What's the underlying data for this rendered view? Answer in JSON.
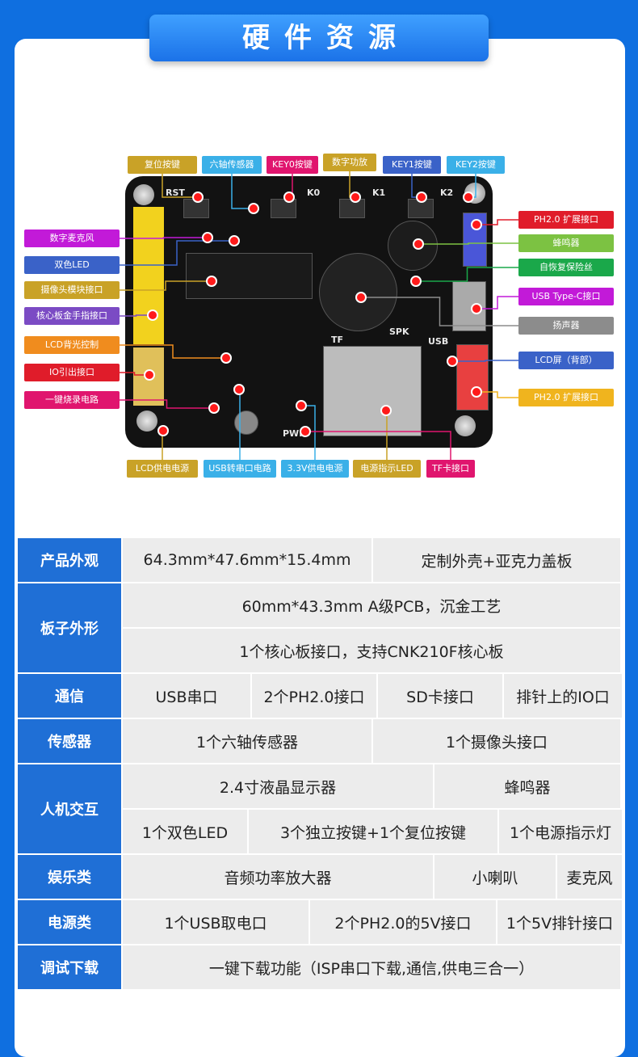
{
  "title": "硬件资源",
  "board_silk": {
    "rst": "RST",
    "k0": "K0",
    "k1": "K1",
    "k2": "K2",
    "usb": "USB",
    "spk": "SPK",
    "tf": "TF",
    "pwr": "PWR"
  },
  "labels": [
    {
      "id": "reset",
      "text": "复位按键",
      "color": "#c9a227"
    },
    {
      "id": "imu",
      "text": "六轴传感器",
      "color": "#3ab0e8"
    },
    {
      "id": "key0",
      "text": "KEY0按键",
      "color": "#e0156e"
    },
    {
      "id": "amp",
      "text": "数字功放",
      "color": "#c9a227"
    },
    {
      "id": "key1",
      "text": "KEY1按键",
      "color": "#3a62c8"
    },
    {
      "id": "key2",
      "text": "KEY2按键",
      "color": "#3ab0e8"
    },
    {
      "id": "mic",
      "text": "数字麦克风",
      "color": "#c21ad8"
    },
    {
      "id": "led2",
      "text": "双色LED",
      "color": "#3a62c8"
    },
    {
      "id": "cam",
      "text": "摄像头模块接口",
      "color": "#c9a227"
    },
    {
      "id": "core",
      "text": "核心板金手指接口",
      "color": "#7b4bc4"
    },
    {
      "id": "lcdbl",
      "text": "LCD背光控制",
      "color": "#f08c1e"
    },
    {
      "id": "io",
      "text": "IO引出接口",
      "color": "#e01c2a"
    },
    {
      "id": "burn",
      "text": "一键烧录电路",
      "color": "#e0156e"
    },
    {
      "id": "ph1",
      "text": "PH2.0 扩展接口",
      "color": "#e01c2a"
    },
    {
      "id": "buzzer",
      "text": "蜂鸣器",
      "color": "#7cc242"
    },
    {
      "id": "fuse",
      "text": "自恢复保险丝",
      "color": "#1aa84a"
    },
    {
      "id": "typec",
      "text": "USB Type-C接口",
      "color": "#c21ad8"
    },
    {
      "id": "spk",
      "text": "扬声器",
      "color": "#8c8c8c"
    },
    {
      "id": "lcd",
      "text": "LCD屏（背部）",
      "color": "#3a62c8"
    },
    {
      "id": "ph2",
      "text": "PH2.0 扩展接口",
      "color": "#f0b41e"
    },
    {
      "id": "lcdpwr",
      "text": "LCD供电电源",
      "color": "#c9a227"
    },
    {
      "id": "usbser",
      "text": "USB转串口电路",
      "color": "#3ab0e8"
    },
    {
      "id": "v33",
      "text": "3.3V供电电源",
      "color": "#3ab0e8"
    },
    {
      "id": "pwrled",
      "text": "电源指示LED",
      "color": "#c9a227"
    },
    {
      "id": "tf",
      "text": "TF卡接口",
      "color": "#e0156e"
    }
  ],
  "table": [
    {
      "header": "产品外观",
      "lines": [
        [
          "64.3mm*47.6mm*15.4mm",
          "定制外壳+亚克力盖板"
        ]
      ]
    },
    {
      "header": "板子外形",
      "lines": [
        [
          "60mm*43.3mm  A级PCB，沉金工艺"
        ],
        [
          "1个核心板接口，支持CNK210F核心板"
        ]
      ]
    },
    {
      "header": "通信",
      "lines": [
        [
          "USB串口",
          "2个PH2.0接口",
          "SD卡接口",
          "排针上的IO口"
        ]
      ]
    },
    {
      "header": "传感器",
      "lines": [
        [
          "1个六轴传感器",
          "1个摄像头接口"
        ]
      ]
    },
    {
      "header": "人机交互",
      "lines": [
        [
          "2.4寸液晶显示器",
          "蜂鸣器"
        ],
        [
          "1个双色LED",
          "3个独立按键+1个复位按键",
          "1个电源指示灯"
        ]
      ]
    },
    {
      "header": "娱乐类",
      "lines": [
        [
          "音频功率放大器",
          "小喇叭",
          "麦克风"
        ]
      ]
    },
    {
      "header": "电源类",
      "lines": [
        [
          "1个USB取电口",
          "2个PH2.0的5V接口",
          "1个5V排针接口"
        ]
      ]
    },
    {
      "header": "调试下载",
      "lines": [
        [
          "一键下载功能（ISP串口下载,通信,供电三合一）"
        ]
      ]
    }
  ]
}
